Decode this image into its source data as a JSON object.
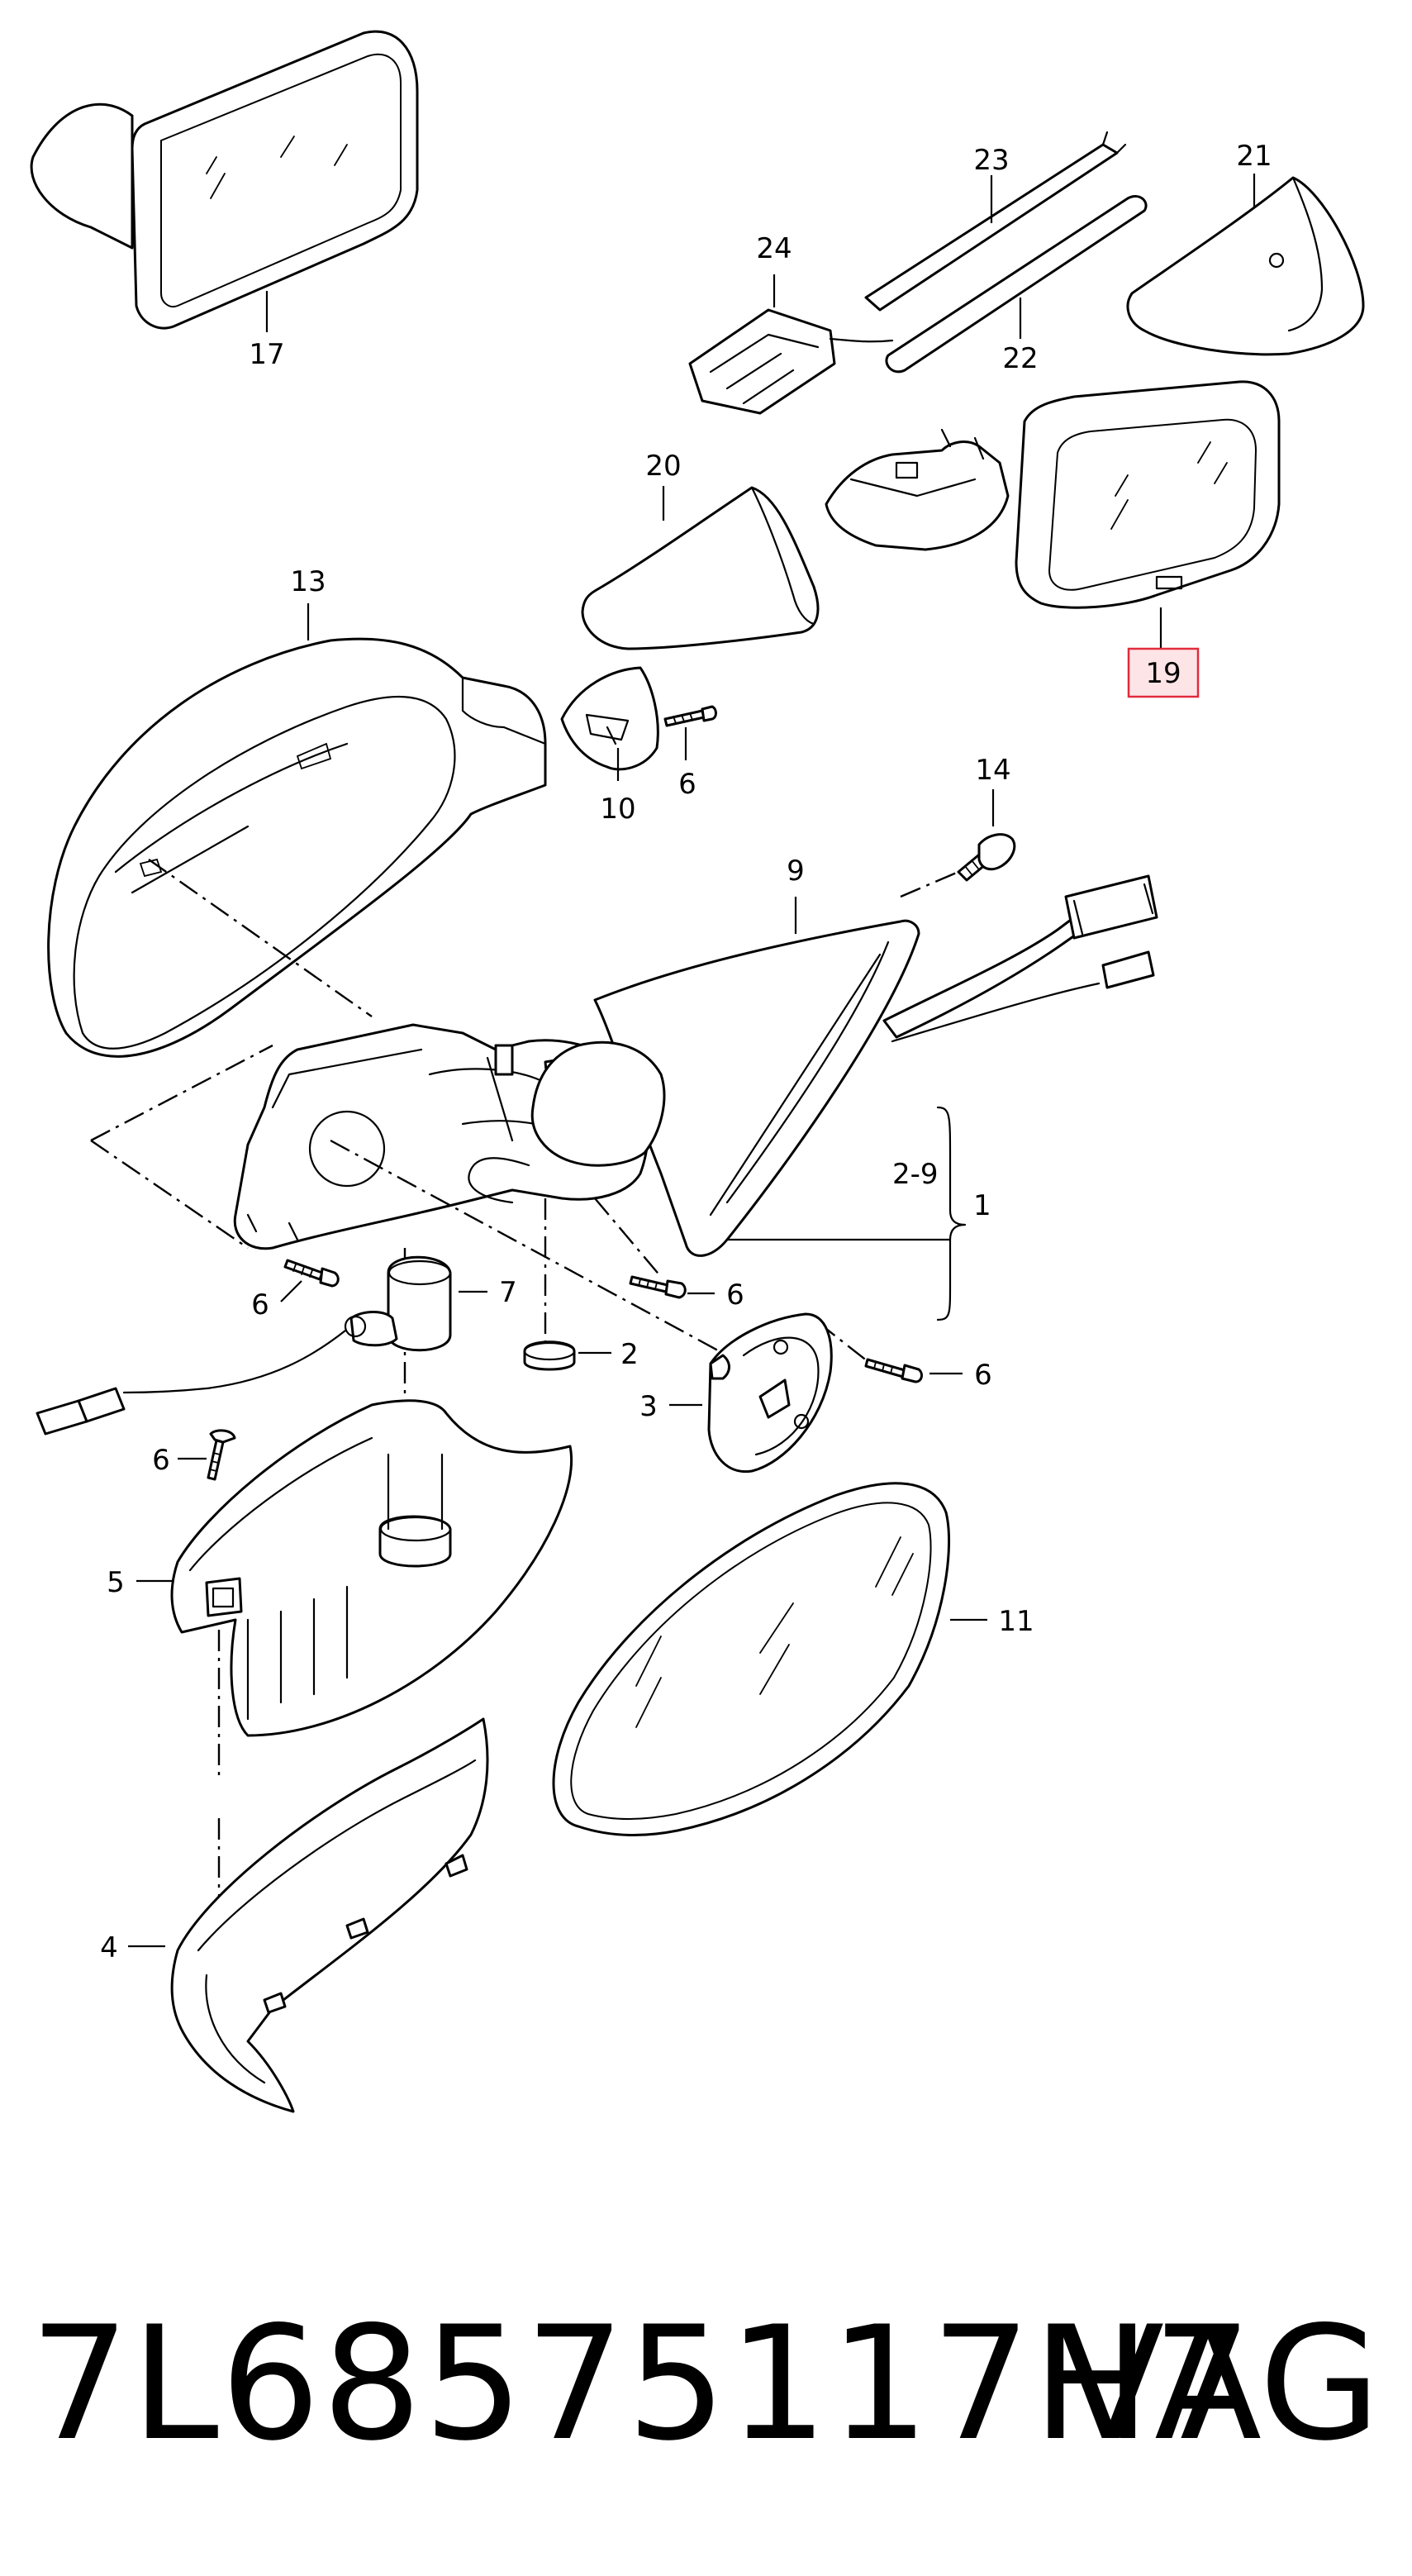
{
  "diagram": {
    "callouts": {
      "c1": "1",
      "c2": "2",
      "c3": "3",
      "c4": "4",
      "c5": "5",
      "c6a": "6",
      "c6b": "6",
      "c6c": "6",
      "c6d": "6",
      "c6e": "6",
      "c7": "7",
      "c9": "9",
      "c10": "10",
      "c11": "11",
      "c13": "13",
      "c14": "14",
      "c17": "17",
      "c19": "19",
      "c20": "20",
      "c21": "21",
      "c22": "22",
      "c23": "23",
      "c24": "24",
      "c29": "2-9"
    },
    "highlighted_callout": "19",
    "highlight_color": "#e02b3c",
    "highlight_fill": "#fde4e6"
  },
  "footer": {
    "part_number": "7L68575117H7",
    "brand": "VAG"
  }
}
